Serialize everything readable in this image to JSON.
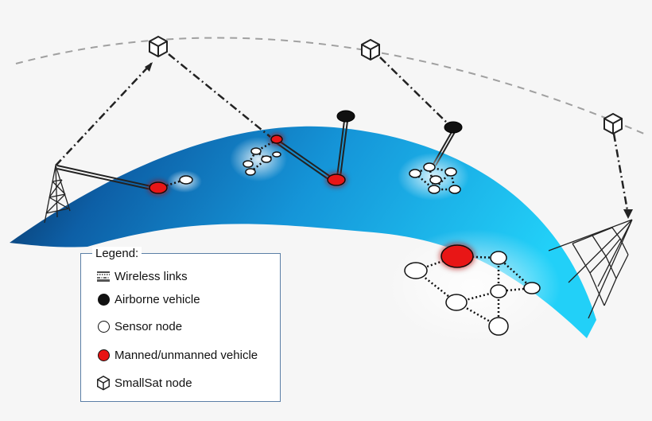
{
  "legend": {
    "title": "Legend:",
    "items": [
      {
        "label": "Wireless links",
        "icon": "wireless-links-icon"
      },
      {
        "label": "Airborne vehicle",
        "icon": "airborne-vehicle-icon",
        "color": "#111111"
      },
      {
        "label": "Sensor node",
        "icon": "sensor-node-icon",
        "color": "#ffffff"
      },
      {
        "label": "Manned/unmanned vehicle",
        "icon": "manned-vehicle-icon",
        "color": "#e81414"
      },
      {
        "label": "SmallSat node",
        "icon": "smallsat-icon"
      }
    ]
  },
  "colors": {
    "earth_dark": "#0b3a6e",
    "earth_light": "#1ec8f6",
    "orbit": "#a0a0a0",
    "vehicle": "#e81414",
    "airborne": "#111111"
  }
}
